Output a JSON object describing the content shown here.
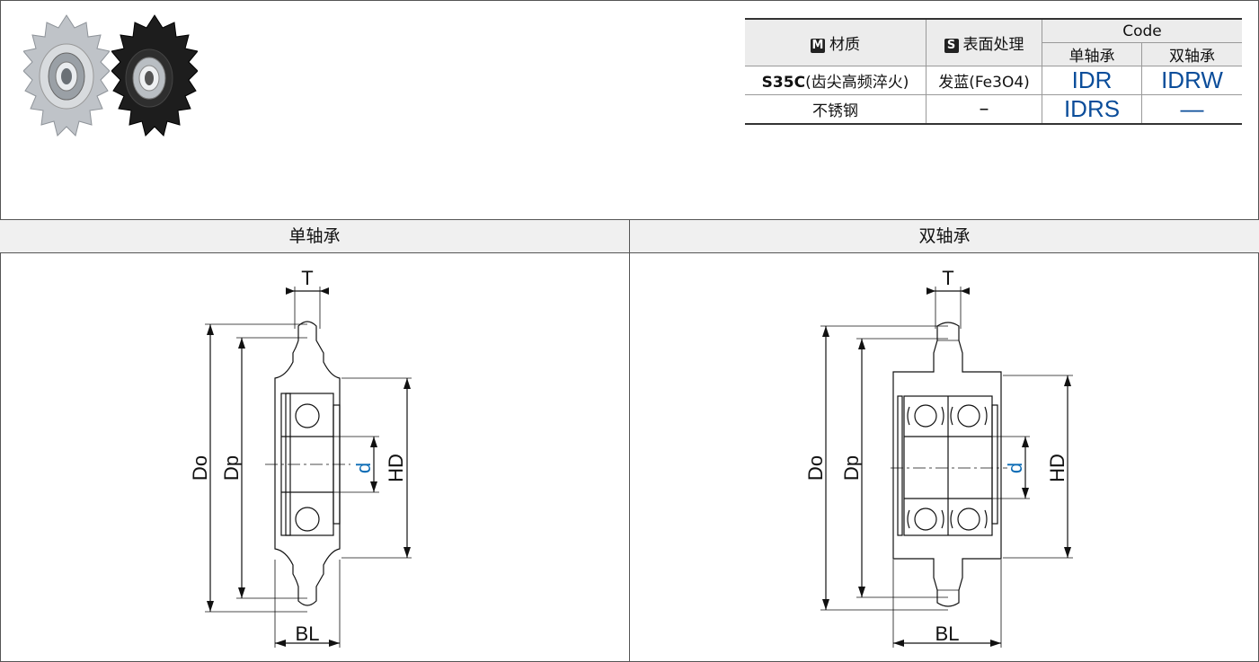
{
  "table": {
    "material_header": "材质",
    "material_badge": "M",
    "surface_header": "表面处理",
    "surface_badge": "S",
    "code_header": "Code",
    "single_header": "单轴承",
    "double_header": "双轴承",
    "rows": [
      {
        "material_bold": "S35C",
        "material_note": "(齿尖高频淬火)",
        "surface": "发蓝(Fe3O4)",
        "single": "IDR",
        "double": "IDRW"
      },
      {
        "material_bold": "",
        "material_note": "不锈钢",
        "surface": "–",
        "single": "IDRS",
        "double": "—"
      }
    ]
  },
  "photos": [
    {
      "name": "stainless-sprocket-photo",
      "color": "#c9ccd0"
    },
    {
      "name": "black-sprocket-photo",
      "color": "#1d1d1d"
    }
  ],
  "sections": {
    "single_title": "单轴承",
    "double_title": "双轴承"
  },
  "dims": {
    "T": "T",
    "Do": "Do",
    "Dp": "Dp",
    "d": "d",
    "HD": "HD",
    "BL": "BL"
  },
  "colors": {
    "code_blue": "#0b4d9a",
    "dim_blue": "#0b6bb5"
  }
}
